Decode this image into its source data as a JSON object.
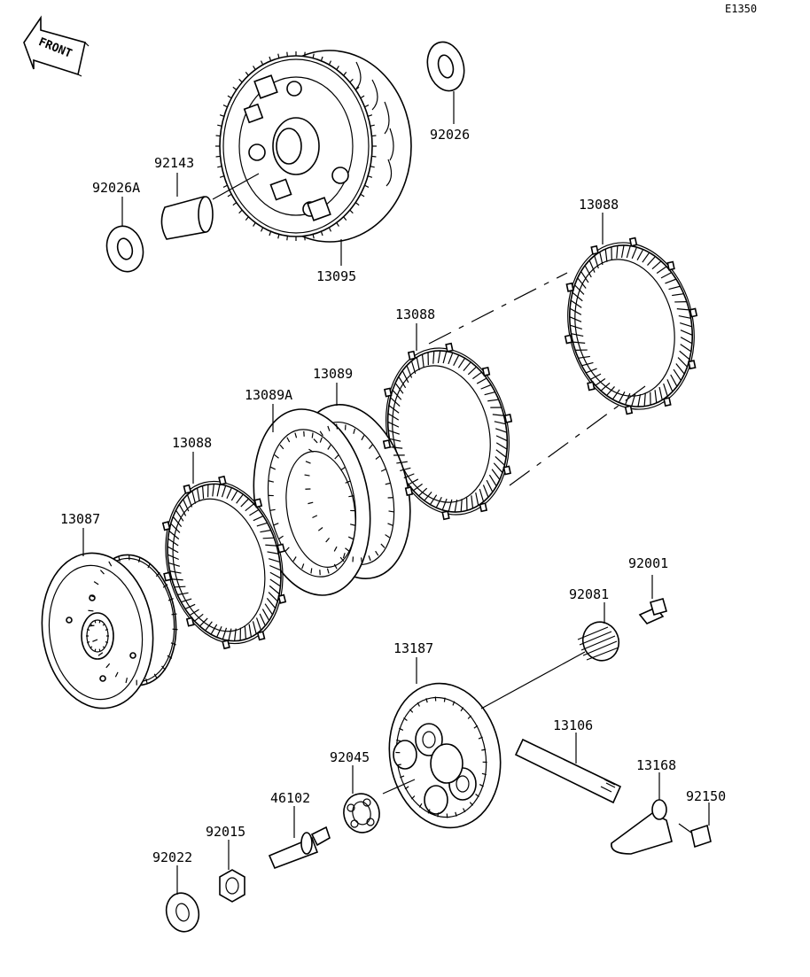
{
  "diagram_code": "E1350",
  "front_arrow_label": "FRONT",
  "parts": [
    {
      "id": "p-13095",
      "number": "13095",
      "name": "clutch-housing"
    },
    {
      "id": "p-92143",
      "number": "92143",
      "name": "sleeve"
    },
    {
      "id": "p-92026A",
      "number": "92026A",
      "name": "washer"
    },
    {
      "id": "p-92026",
      "number": "92026",
      "name": "washer"
    },
    {
      "id": "p-13088-top",
      "number": "13088",
      "name": "friction-plate"
    },
    {
      "id": "p-13088-mid",
      "number": "13088",
      "name": "friction-plate"
    },
    {
      "id": "p-13089",
      "number": "13089",
      "name": "steel-plate"
    },
    {
      "id": "p-13089A",
      "number": "13089A",
      "name": "steel-plate"
    },
    {
      "id": "p-13088-low",
      "number": "13088",
      "name": "friction-plate"
    },
    {
      "id": "p-13087",
      "number": "13087",
      "name": "clutch-hub"
    },
    {
      "id": "p-92001",
      "number": "92001",
      "name": "bolt"
    },
    {
      "id": "p-92081",
      "number": "92081",
      "name": "spring"
    },
    {
      "id": "p-13187",
      "number": "13187",
      "name": "pressure-plate"
    },
    {
      "id": "p-13106",
      "number": "13106",
      "name": "push-rod"
    },
    {
      "id": "p-13168",
      "number": "13168",
      "name": "release-lever"
    },
    {
      "id": "p-92150",
      "number": "92150",
      "name": "bolt"
    },
    {
      "id": "p-92045",
      "number": "92045",
      "name": "ball-bearing"
    },
    {
      "id": "p-46102",
      "number": "46102",
      "name": "push-rod-pin"
    },
    {
      "id": "p-92015",
      "number": "92015",
      "name": "nut"
    },
    {
      "id": "p-92022",
      "number": "92022",
      "name": "washer"
    }
  ]
}
